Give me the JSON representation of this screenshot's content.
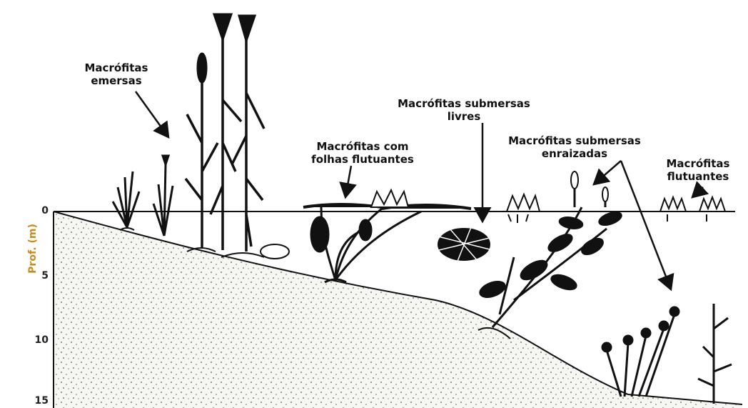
{
  "labels": {
    "emersas": [
      "Macrófitas",
      "emersas"
    ],
    "folhas": [
      "Macrófitas com",
      "folhas flutuantes"
    ],
    "sub_livres": [
      "Macrófitas submersas",
      "livres"
    ],
    "sub_enraizadas": [
      "Macrófitas submersas",
      "enraizadas"
    ],
    "flutuantes": [
      "Macrófitas",
      "flutuantes"
    ]
  },
  "depth_axis": {
    "title": "Prof. (m)",
    "ticks": [
      "0",
      "5",
      "10",
      "15"
    ]
  },
  "colors": {
    "ink": "#111111",
    "axis_title": "#c98a1e",
    "sediment": "#f4f4f0"
  }
}
